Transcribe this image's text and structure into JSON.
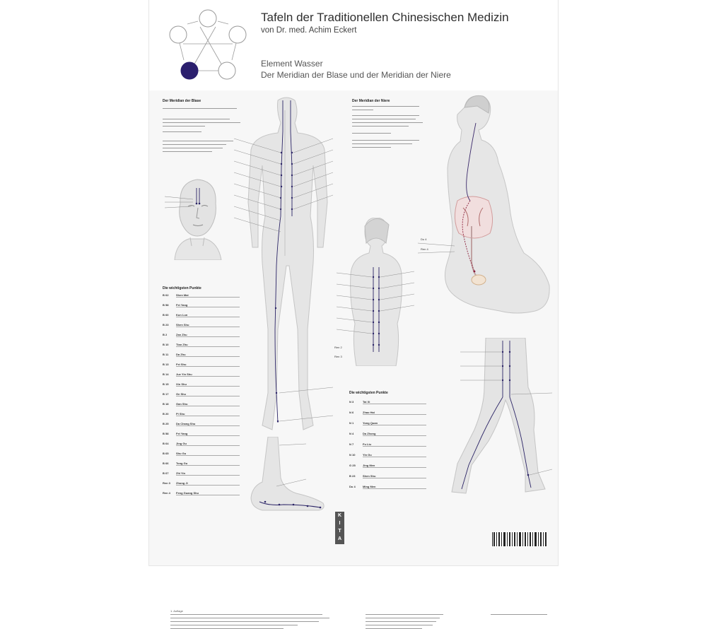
{
  "header": {
    "title": "Tafeln der Traditionellen Chinesischen Medizin",
    "subtitle": "von Dr. med. Achim Eckert",
    "element": "Element Wasser",
    "meridian_title": "Der Meridian der Blase und der Meridian der Niere"
  },
  "sections": {
    "bladder_heading": "Der Meridian der Blase",
    "kidney_heading": "Der Meridian der Niere",
    "bladder_points_heading": "Die wichtigsten Punkte",
    "kidney_points_heading": "Die wichtigsten Punkte"
  },
  "bladder_points": [
    {
      "code": "B 62",
      "name": "Shen Mai"
    },
    {
      "code": "B 58",
      "name": "Fei Yang"
    },
    {
      "code": "B 60",
      "name": "Kun Lun"
    },
    {
      "code": "B 23",
      "name": "Shen Shu"
    },
    {
      "code": "B 2",
      "name": "Zan Zhu"
    },
    {
      "code": "B 10",
      "name": "Tian Zhu"
    },
    {
      "code": "B 11",
      "name": "Da Zhu"
    },
    {
      "code": "B 13",
      "name": "Fei Shu"
    },
    {
      "code": "B 14",
      "name": "Jue Yin Shu"
    },
    {
      "code": "B 15",
      "name": "Xin Shu"
    },
    {
      "code": "B 17",
      "name": "Ge Shu"
    },
    {
      "code": "B 18",
      "name": "Gan Shu"
    },
    {
      "code": "B 20",
      "name": "Pi Shu"
    },
    {
      "code": "B 25",
      "name": "Da Chang Shu"
    },
    {
      "code": "B 58",
      "name": "Fei Yang"
    },
    {
      "code": "B 64",
      "name": "Jing Gu"
    },
    {
      "code": "B 65",
      "name": "Shu Gu"
    },
    {
      "code": "B 66",
      "name": "Tong Gu"
    },
    {
      "code": "B 67",
      "name": "Zhi Yin"
    },
    {
      "code": "Ren 3",
      "name": "Zhong Ji"
    },
    {
      "code": "Ren 4",
      "name": "Feng Guang Shu"
    }
  ],
  "kidney_points": [
    {
      "code": "N 3",
      "name": "Tai Xi"
    },
    {
      "code": "N 6",
      "name": "Zhao Hai"
    },
    {
      "code": "N 1",
      "name": "Yong Quan"
    },
    {
      "code": "N 4",
      "name": "Da Zhong"
    },
    {
      "code": "N 7",
      "name": "Fu Liu"
    },
    {
      "code": "N 10",
      "name": "Yin Gu"
    },
    {
      "code": "G 25",
      "name": "Jing Men"
    },
    {
      "code": "B 23",
      "name": "Shen Shu"
    },
    {
      "code": "Du 4",
      "name": "Ming Men"
    }
  ],
  "labels": {
    "du4": "Du 4",
    "ren4": "Ren 4",
    "ren3": "Ren 3",
    "ren2": "Ren 2"
  },
  "footer": {
    "left": "1. Auflage",
    "publisher": [
      "K",
      "I",
      "T",
      "A"
    ]
  },
  "colors": {
    "meridian": "#2b2466",
    "water_element": "#2b1f6e"
  }
}
